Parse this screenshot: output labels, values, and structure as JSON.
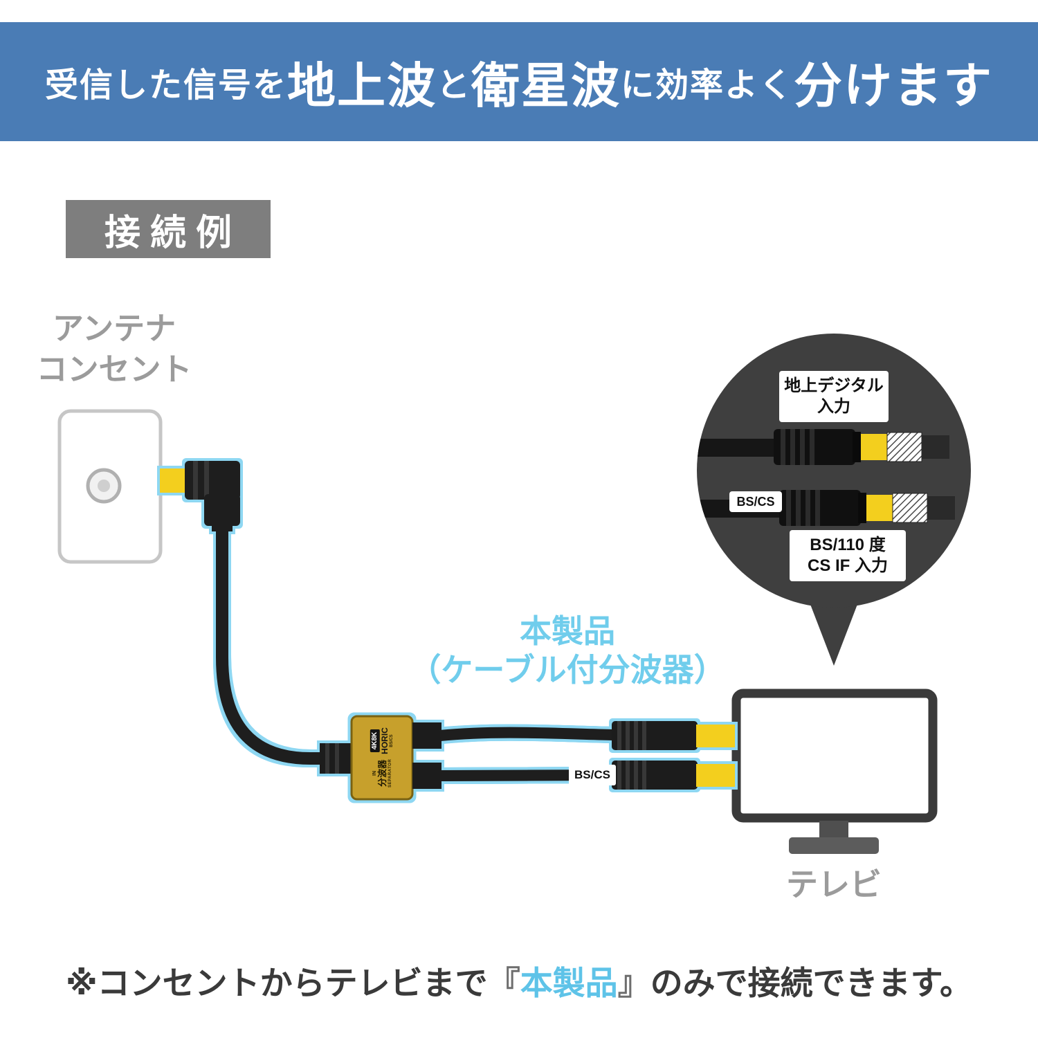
{
  "header": {
    "bg_color": "#4A7CB5",
    "segments": [
      "受信した信号を",
      "地上波",
      "と",
      "衛星波",
      "に効率よく",
      "分けます"
    ]
  },
  "section_label": "接続例",
  "antenna_outlet": {
    "line1": "アンテナ",
    "line2": "コンセント"
  },
  "product_callout": {
    "line1": "本製品",
    "line2": "（ケーブル付分波器）"
  },
  "splitter": {
    "in_label": "IN",
    "name": "分波器",
    "name_en": "SEPARATOR",
    "model": "4K8K",
    "brand": "HORIC",
    "port_label": "BS/CS"
  },
  "cable_tag": "BS/CS",
  "magnifier": {
    "terrestrial_line1": "地上デジタル",
    "terrestrial_line2": "入力",
    "cable_tag": "BS/CS",
    "satellite_line1": "BS/110 度",
    "satellite_line2": "CS IF 入力"
  },
  "tv_label": "テレビ",
  "footer": {
    "prefix": "※コンセントからテレビまで",
    "bracket_open": "『",
    "product": "本製品",
    "bracket_close": "』",
    "suffix": "のみで接続できます。"
  },
  "colors": {
    "header_bg": "#4A7CB5",
    "accent_light_blue": "#8ED7F2",
    "text_light_blue": "#5EC3E8",
    "splitter_gold": "#C7A02C",
    "connector_yellow": "#F3CF1E",
    "magnifier_bg": "#3F3F3F",
    "label_gray": "#7E7E7E"
  }
}
